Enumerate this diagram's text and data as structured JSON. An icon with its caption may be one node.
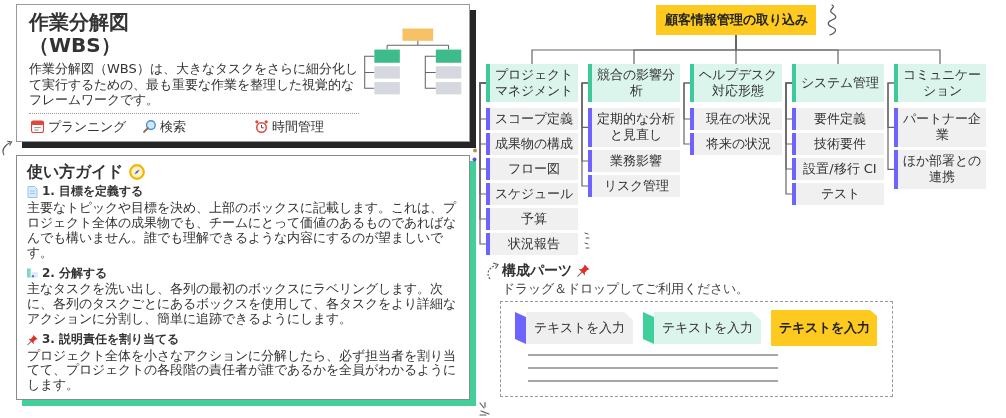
{
  "diagram": {
    "nodes": [
      {
        "text": [
          "作業分解図（WBS）",
          "作業分解図（WBS）は、大きなタスクをさらに細分化して実行するための、最も重要な作業を整理した視覚的なフレームワークです。",
          "プランニング",
          "検索",
          "時間管理"
        ]
      },
      {
        "text": [
          "使い方ガイド",
          "1. 目標を定義する",
          "主要なトピックや目標を決め、上部のボックスに記載します。これは、プロジェクト全体の成果物でも、チームにとって価値のあるものであればなんでも構いません。誰でも理解できるような内容にするのが望ましいです。",
          "2. 分解する",
          "主なタスクを洗い出し、各列の最初のボックスにラベリングします。次に、各列のタスクごとにあるボックスを使用して、各タスクをより詳細なアクションに分割し、簡単に追跡できるようにします。",
          "3. 説明責任を割り当てる",
          "プロジェクト全体を小さなアクションに分解したら、必ず担当者を割り当てて、プロジェクトの各段階の責任者が誰であるかを全員がわかるようにします。"
        ]
      },
      {
        "text": [
          "顧客情報管理の取り込み"
        ]
      },
      {
        "text": [
          "プロジェクトマネジメント"
        ]
      },
      {
        "text": [
          "競合の影響分析"
        ]
      },
      {
        "text": [
          "ヘルプデスク対応形態"
        ]
      },
      {
        "text": [
          "システム管理"
        ]
      },
      {
        "text": [
          "コミュニケーション"
        ]
      },
      {
        "text": [
          "スコープ定義"
        ]
      },
      {
        "text": [
          "成果物の構成"
        ]
      },
      {
        "text": [
          "フロー図"
        ]
      },
      {
        "text": [
          "スケジュール"
        ]
      },
      {
        "text": [
          "予算"
        ]
      },
      {
        "text": [
          "状況報告"
        ]
      },
      {
        "text": [
          "定期的な分析と見直し"
        ]
      },
      {
        "text": [
          "業務影響"
        ]
      },
      {
        "text": [
          "リスク管理"
        ]
      },
      {
        "text": [
          "現在の状況"
        ]
      },
      {
        "text": [
          "将来の状況"
        ]
      },
      {
        "text": [
          "要件定義"
        ]
      },
      {
        "text": [
          "技術要件"
        ]
      },
      {
        "text": [
          "設置/移行 CI"
        ]
      },
      {
        "text": [
          "テスト"
        ]
      },
      {
        "text": [
          "パートナー企業"
        ]
      },
      {
        "text": [
          "ほか部署との連携"
        ]
      },
      {
        "text": [],
        "shape": "box"
      },
      {
        "text": [
          "テキストを入力"
        ],
        "in": 25
      },
      {
        "text": [
          "テキストを入力"
        ],
        "in": 25
      },
      {
        "text": [
          "テキストを入力"
        ],
        "in": 25
      }
    ],
    "edges": [
      {
        "from": 2,
        "to": 3,
        "arrow": "none"
      },
      {
        "from": 2,
        "to": 4,
        "arrow": "none"
      },
      {
        "from": 2,
        "to": 5,
        "arrow": "none"
      },
      {
        "from": 2,
        "to": 6,
        "arrow": "none"
      },
      {
        "from": 2,
        "to": 7,
        "arrow": "none"
      },
      {
        "from": 3,
        "to": 8,
        "arrow": "none"
      },
      {
        "from": 3,
        "to": 9,
        "arrow": "none"
      },
      {
        "from": 3,
        "to": 10,
        "arrow": "none"
      },
      {
        "from": 3,
        "to": 11,
        "arrow": "none"
      },
      {
        "from": 3,
        "to": 12,
        "arrow": "none"
      },
      {
        "from": 3,
        "to": 13,
        "arrow": "none"
      },
      {
        "from": 4,
        "to": 14,
        "arrow": "none"
      },
      {
        "from": 4,
        "to": 15,
        "arrow": "none"
      },
      {
        "from": 4,
        "to": 16,
        "arrow": "none"
      },
      {
        "from": 5,
        "to": 17,
        "arrow": "none"
      },
      {
        "from": 5,
        "to": 18,
        "arrow": "none"
      },
      {
        "from": 6,
        "to": 19,
        "arrow": "none"
      },
      {
        "from": 6,
        "to": 20,
        "arrow": "none"
      },
      {
        "from": 6,
        "to": 21,
        "arrow": "none"
      },
      {
        "from": 6,
        "to": 22,
        "arrow": "none"
      },
      {
        "from": 7,
        "to": 23,
        "arrow": "none"
      },
      {
        "from": 7,
        "to": 24,
        "arrow": "none"
      }
    ],
    "labels": [
      "構成パーツ",
      "ドラッグ＆ドロップしてご利用ください。"
    ]
  }
}
